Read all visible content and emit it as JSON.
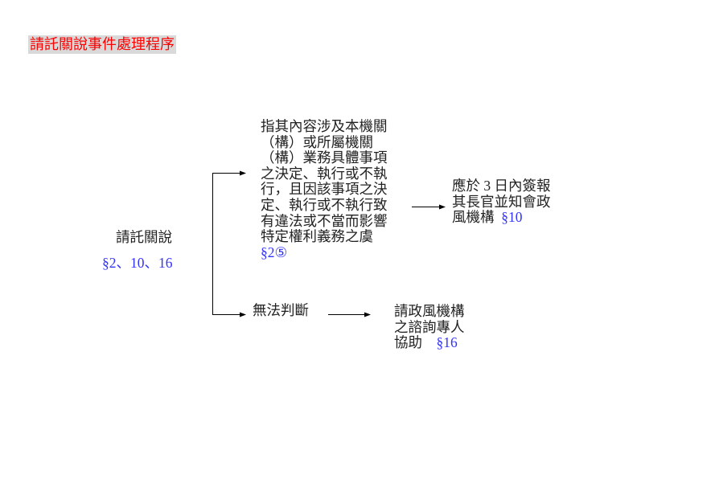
{
  "title": "請託關說事件處理程序",
  "colors": {
    "title_text": "#ff0000",
    "title_bg": "#d9d9d9",
    "reference": "#3333ff",
    "text": "#222222"
  },
  "root": {
    "label": "請託關說",
    "reference": "§2、10、16"
  },
  "branch_upper": {
    "lines": [
      "指其內容涉及本機關",
      "（構）或所屬機關",
      "（構）業務具體事項",
      "之決定、執行或不執",
      "行，且因該事項之決",
      "定、執行或不執行致",
      "有違法或不當而影響",
      "特定權利義務之虞"
    ],
    "reference": "§2⑤"
  },
  "result_upper": {
    "lines": [
      "應於 3 日內簽報",
      "其長官並知會政",
      "風機構"
    ],
    "reference": "§10"
  },
  "branch_lower": {
    "label": "無法判斷"
  },
  "result_lower": {
    "lines": [
      "請政風機構",
      "之諮詢專人",
      "協助"
    ],
    "reference": "§16"
  }
}
